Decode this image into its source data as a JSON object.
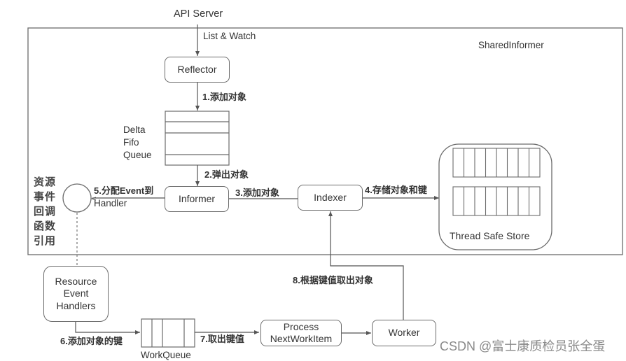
{
  "diagram": {
    "title": "SharedInformer",
    "source": "API Server",
    "list_watch": "List & Watch",
    "nodes": {
      "reflector": "Reflector",
      "delta_fifo_label": [
        "Delta",
        "Fifo",
        "Queue"
      ],
      "informer": "Informer",
      "indexer": "Indexer",
      "store": "Thread Safe Store",
      "handlers": [
        "Resource",
        "Event",
        "Handlers"
      ],
      "workqueue": "WorkQueue",
      "process": [
        "Process",
        "NextWorkItem"
      ],
      "worker": "Worker"
    },
    "callback_ref_label": [
      "资源",
      "事件",
      "回调",
      "函数",
      "引用"
    ],
    "edges": {
      "e1": "1.添加对象",
      "e2": "2.弹出对象",
      "e3": "3.添加对象",
      "e4": "4.存储对象和键",
      "e5_line1": "5.分配Event到",
      "e5_line2": "Handler",
      "e6": "6.添加对象的键",
      "e7": "7.取出键值",
      "e8": "8.根据键值取出对象"
    }
  },
  "watermark": "CSDN @富士康质检员张全蛋"
}
